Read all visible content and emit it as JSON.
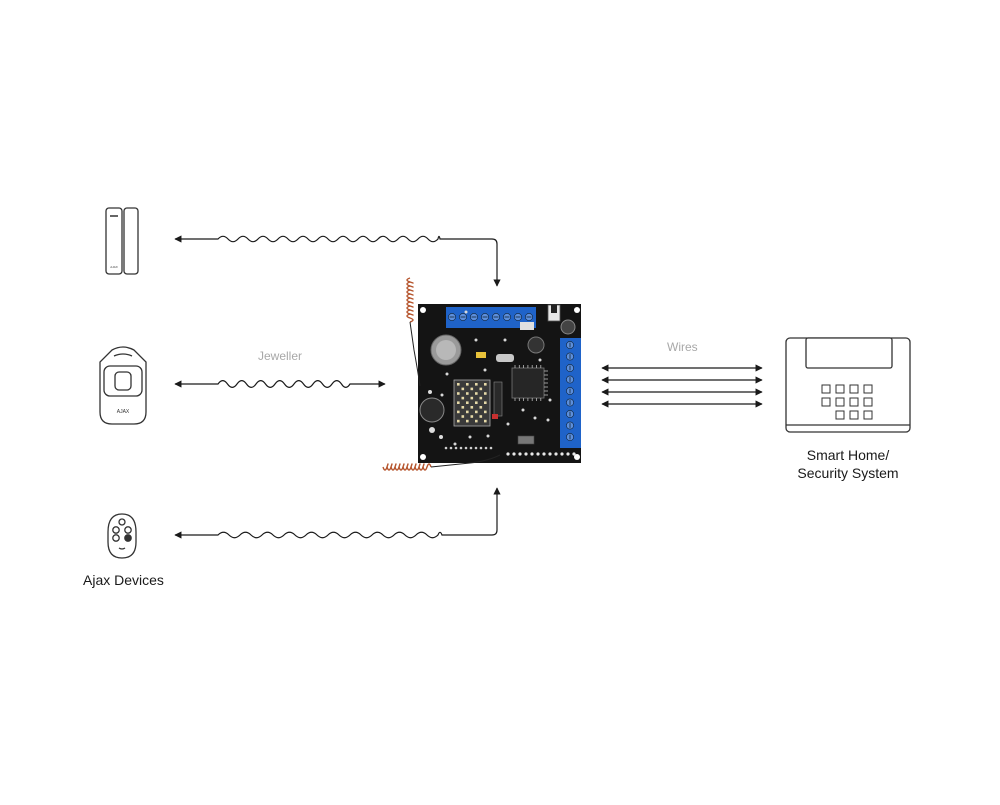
{
  "labels": {
    "wireless_protocol": "Jeweller",
    "wired_link": "Wires",
    "devices_group": "Ajax Devices",
    "target_line1": "Smart Home/",
    "target_line2": "Security System"
  },
  "devices": [
    {
      "id": "door-contact",
      "brand": "AJAX"
    },
    {
      "id": "motion-detector",
      "brand": "AJAX"
    },
    {
      "id": "key-fob"
    }
  ],
  "colors": {
    "line": "#1a1a1a",
    "pcb": "#141414",
    "terminal_blue": "#1f63c9",
    "antenna_copper": "#b5542c",
    "device_outline": "#333333"
  }
}
